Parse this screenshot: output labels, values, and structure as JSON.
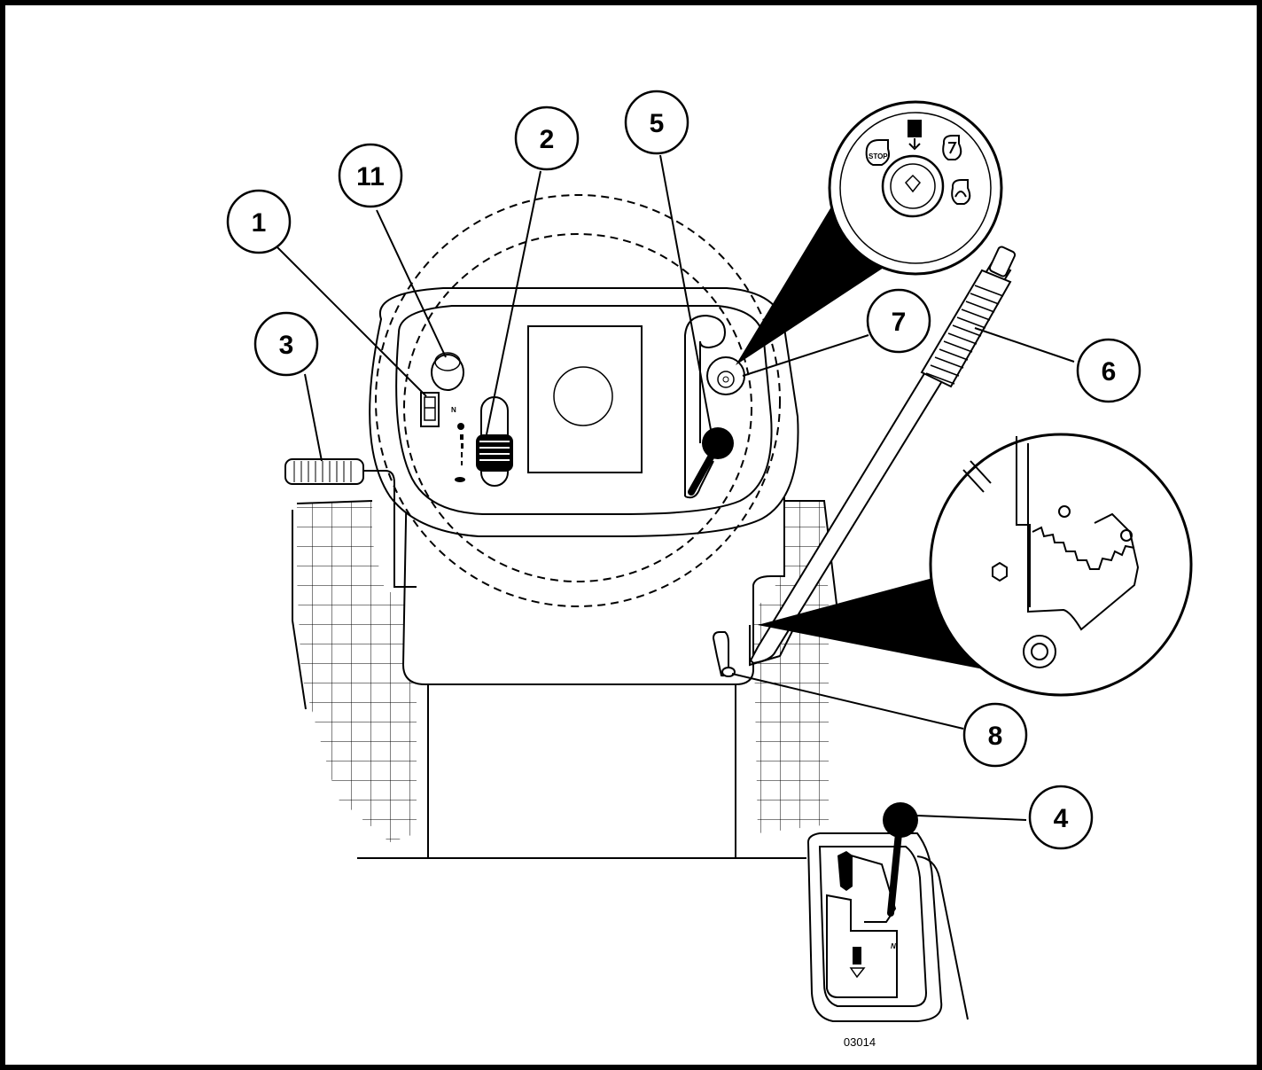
{
  "figure_code": "03014",
  "ignition_labels": {
    "stop": "STOP"
  },
  "neutral_mark": "N",
  "callouts": [
    {
      "id": "c1",
      "label": "1"
    },
    {
      "id": "c2",
      "label": "2"
    },
    {
      "id": "c3",
      "label": "3"
    },
    {
      "id": "c4",
      "label": "4"
    },
    {
      "id": "c5",
      "label": "5"
    },
    {
      "id": "c6",
      "label": "6"
    },
    {
      "id": "c7",
      "label": "7"
    },
    {
      "id": "c8",
      "label": "8"
    },
    {
      "id": "c11",
      "label": "11"
    }
  ]
}
